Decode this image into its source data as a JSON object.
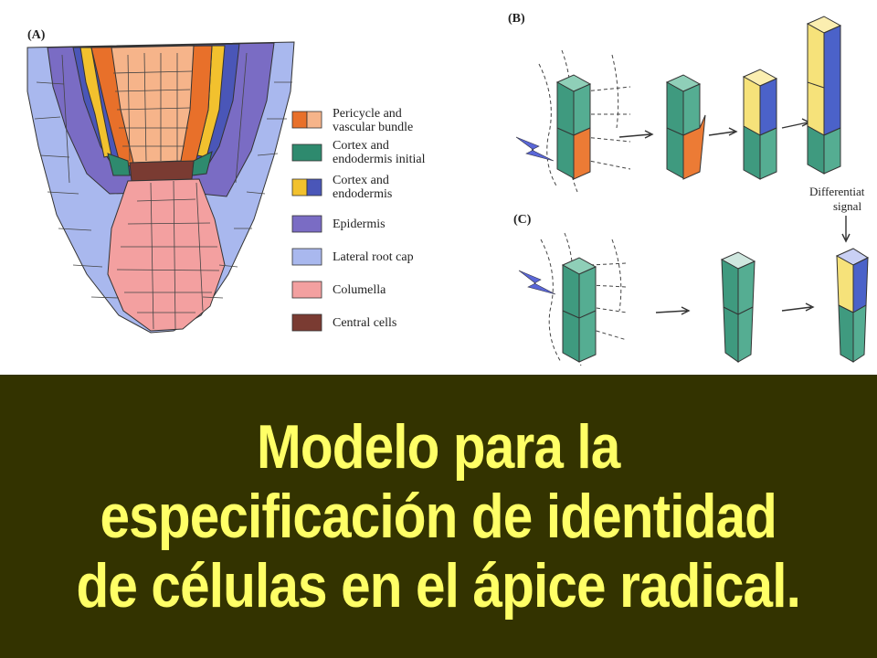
{
  "figure": {
    "panel_a_label": "(A)",
    "panel_b_label": "(B)",
    "panel_c_label": "(C)",
    "differentiation_signal_line1": "Differentiat",
    "differentiation_signal_line2": "signal",
    "legend": [
      {
        "line1": "Pericycle and",
        "line2": "vascular bundle",
        "colors": [
          "#e8702a",
          "#f6b48a"
        ]
      },
      {
        "line1": "Cortex and",
        "line2": "endodermis initial",
        "colors": [
          "#2e8a6e"
        ]
      },
      {
        "line1": "Cortex and",
        "line2": "endodermis",
        "colors": [
          "#f2c12e",
          "#4a56b8"
        ]
      },
      {
        "line1": "Epidermis",
        "line2": "",
        "colors": [
          "#7a6cc4"
        ]
      },
      {
        "line1": "Lateral root cap",
        "line2": "",
        "colors": [
          "#a9b8ee"
        ]
      },
      {
        "line1": "Columella",
        "line2": "",
        "colors": [
          "#f3a0a0"
        ]
      },
      {
        "line1": "Central cells",
        "line2": "",
        "colors": [
          "#7a3b32"
        ]
      }
    ]
  },
  "caption": {
    "line1": "Modelo para la",
    "line2": "especificación de identidad",
    "line3": "de células en el ápice radical."
  },
  "colors": {
    "caption_background": "#333300",
    "caption_text": "#ffff66",
    "prism_green": "#3f9a7f",
    "prism_yellow": "#f6e27a",
    "prism_blue": "#4b62c9",
    "prism_orange": "#ec7b35"
  }
}
